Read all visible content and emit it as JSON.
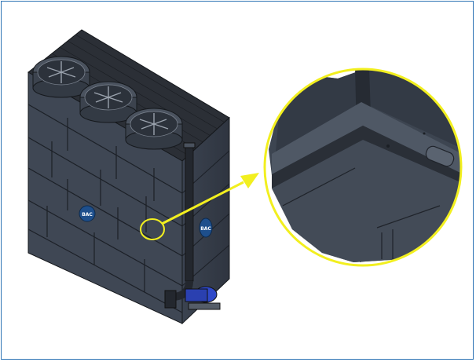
{
  "figure": {
    "logo_front": "BAC",
    "logo_side": "BAC",
    "colors": {
      "frame": "#2e74b5",
      "panel_front": "#3f4754",
      "panel_side": "#363d49",
      "top_deck": "#2b2f36",
      "highlight": "#f2ef1f",
      "logo": "#1e4f8c",
      "pump": "#2f49c9"
    },
    "fan_count": 3
  }
}
